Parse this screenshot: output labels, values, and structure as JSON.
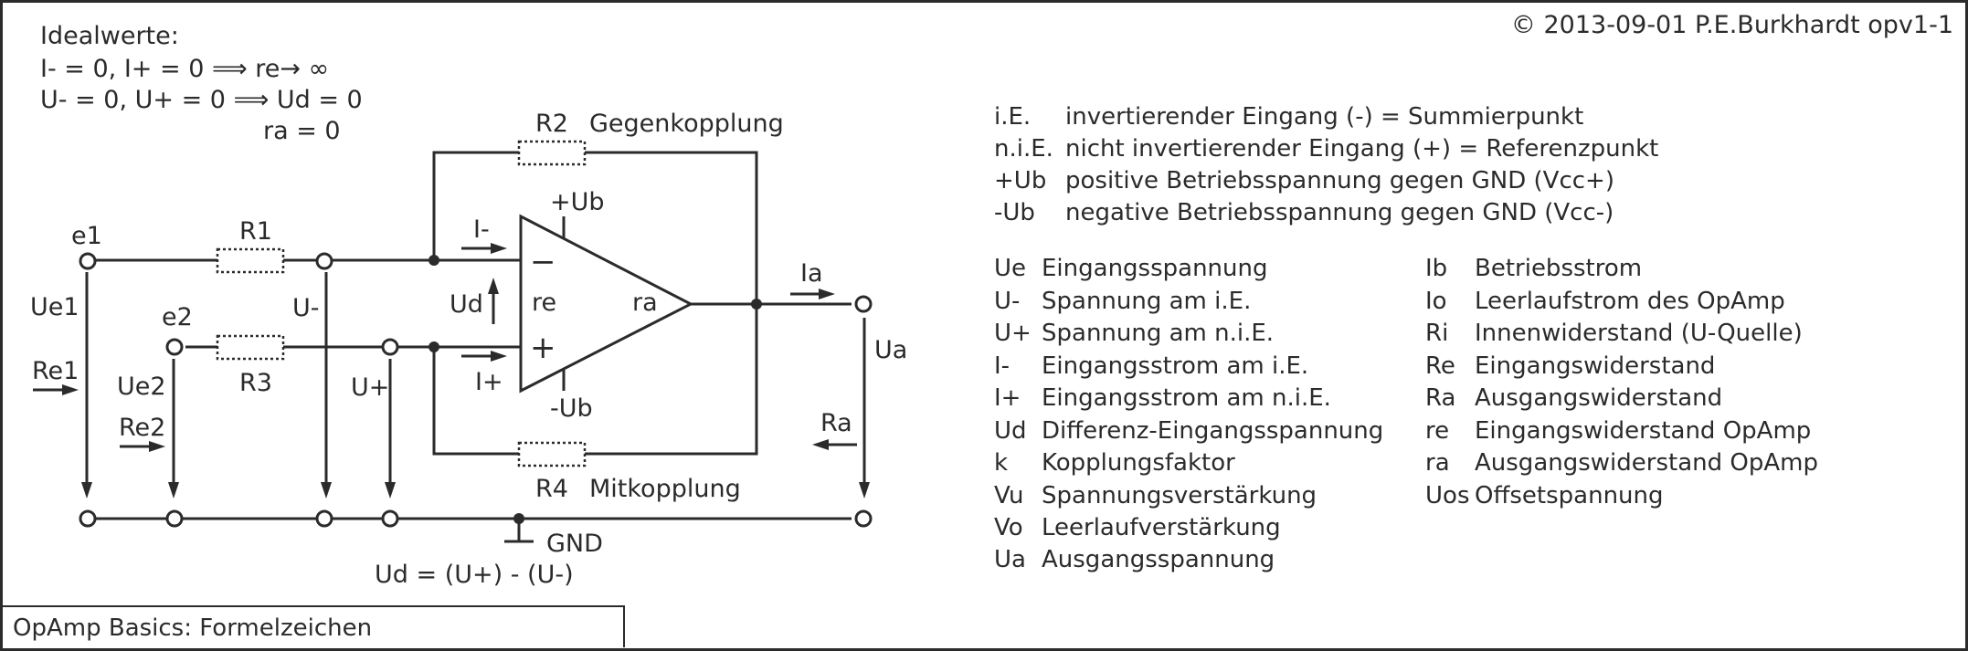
{
  "copyright": "© 2013-09-01 P.E.Burkhardt opv1-1",
  "ideal": {
    "title": "Idealwerte:",
    "line1": "I- = 0,   I+ = 0 ⟹  re→ ∞",
    "line2": "U- = 0,  U+ = 0 ⟹  Ud = 0",
    "line3": "ra  = 0"
  },
  "circuit": {
    "r2": "R2",
    "feedback_label": "Gegenkopplung",
    "r4": "R4",
    "positive_feedback_label": "Mitkopplung",
    "r1": "R1",
    "r3": "R3",
    "e1": "e1",
    "e2": "e2",
    "ue1": "Ue1",
    "ue2": "Ue2",
    "re1": "Re1",
    "re2": "Re2",
    "u_minus": "U-",
    "u_plus": "U+",
    "i_minus": "I-",
    "i_plus": "I+",
    "ud": "Ud",
    "re": "re",
    "ra": "ra",
    "minus_sign": "−",
    "plus_sign": "+",
    "plus_ub": "+Ub",
    "minus_ub": "-Ub",
    "ia": "Ia",
    "ua": "Ua",
    "ra_out": "Ra",
    "gnd": "GND",
    "formula": "Ud = (U+) - (U-)"
  },
  "terms": [
    {
      "abbr": "i.E.",
      "desc": "invertierender Eingang (-) = Summierpunkt"
    },
    {
      "abbr": "n.i.E.",
      "desc": "nicht invertierender Eingang (+) = Referenzpunkt"
    },
    {
      "abbr": "+Ub",
      "desc": "positive Betriebsspannung gegen GND (Vcc+)"
    },
    {
      "abbr": "-Ub",
      "desc": "negative Betriebsspannung gegen GND (Vcc-)"
    }
  ],
  "symbols_left": [
    {
      "abbr": "Ue",
      "desc": "Eingangsspannung"
    },
    {
      "abbr": "U-",
      "desc": "Spannung am i.E."
    },
    {
      "abbr": "U+",
      "desc": "Spannung am n.i.E."
    },
    {
      "abbr": "I-",
      "desc": "Eingangsstrom am i.E."
    },
    {
      "abbr": "I+",
      "desc": "Eingangsstrom am n.i.E."
    },
    {
      "abbr": "Ud",
      "desc": "Differenz-Eingangsspannung"
    },
    {
      "abbr": "k",
      "desc": "Kopplungsfaktor"
    },
    {
      "abbr": "Vu",
      "desc": "Spannungsverstärkung"
    },
    {
      "abbr": "Vo",
      "desc": "Leerlaufverstärkung"
    },
    {
      "abbr": "Ua",
      "desc": "Ausgangsspannung"
    }
  ],
  "symbols_right": [
    {
      "abbr": "Ib",
      "desc": "Betriebsstrom"
    },
    {
      "abbr": "Io",
      "desc": "Leerlaufstrom des OpAmp"
    },
    {
      "abbr": "Ri",
      "desc": "Innenwiderstand (U-Quelle)"
    },
    {
      "abbr": "Re",
      "desc": "Eingangswiderstand"
    },
    {
      "abbr": "Ra",
      "desc": "Ausgangswiderstand"
    },
    {
      "abbr": "re",
      "desc": "Eingangswiderstand OpAmp"
    },
    {
      "abbr": "ra",
      "desc": "Ausgangswiderstand OpAmp"
    },
    {
      "abbr": "Uos",
      "desc": "Offsetspannung"
    }
  ],
  "footer": "OpAmp Basics: Formelzeichen"
}
